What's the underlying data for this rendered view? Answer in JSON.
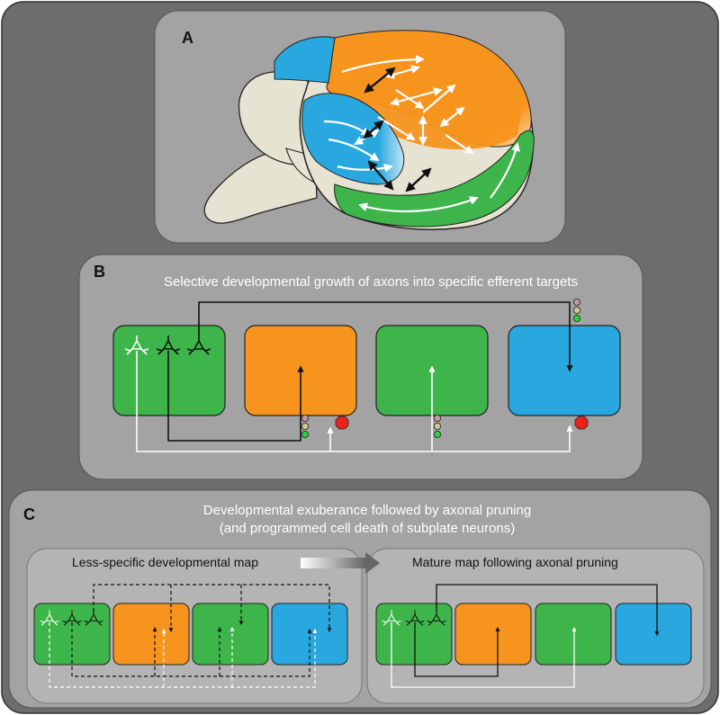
{
  "colors": {
    "outer_bg": "#6d6d6d",
    "panel_bg": "#a3a3a3",
    "subpanel_bg": "#b4b4b4",
    "green": "#3db54a",
    "orange": "#f7941d",
    "blue": "#29a8e0",
    "brain": "#e7e3d2",
    "stop_red": "#e8231c",
    "light_off_red": "#c69a9a",
    "light_off_yellow": "#cfc98f",
    "light_on_green": "#29d339"
  },
  "panel_a": {
    "label": "A"
  },
  "panel_b": {
    "label": "B",
    "title": "Selective developmental growth of axons into specific efferent targets"
  },
  "panel_c": {
    "label": "C",
    "title_line1": "Developmental exuberance followed by axonal pruning",
    "title_line2": "(and programmed cell death of subplate neurons)",
    "left_title": "Less-specific developmental map",
    "right_title": "Mature map following axonal pruning"
  }
}
